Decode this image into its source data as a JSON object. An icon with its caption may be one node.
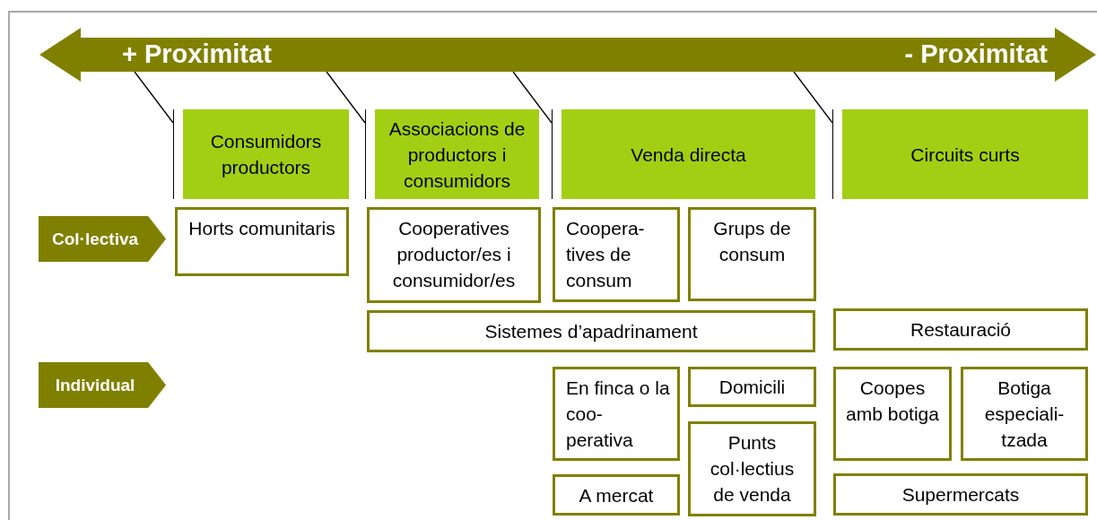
{
  "diagram": {
    "nodes": [
      {
        "text": [
          "+ Proximitat",
          "- Proximitat"
        ]
      },
      {
        "text": [
          "Consumidors productors"
        ]
      },
      {
        "text": [
          "Associacions de productors i consumidors"
        ]
      },
      {
        "text": [
          "Venda directa"
        ]
      },
      {
        "text": [
          "Circuits curts"
        ]
      },
      {
        "text": [
          "Col·lectiva"
        ]
      },
      {
        "text": [
          "Horts comunitaris"
        ]
      },
      {
        "text": [
          "Cooperatives productor/es i consumidor/es"
        ]
      },
      {
        "text": [
          "Coopera- tives de consum"
        ]
      },
      {
        "text": [
          "Grups de consum"
        ]
      },
      {
        "text": [
          "Sistemes d’apadrinament"
        ]
      },
      {
        "text": [
          "Restauració"
        ]
      },
      {
        "text": [
          "Individual"
        ]
      },
      {
        "text": [
          "En finca o la coo- perativa"
        ]
      },
      {
        "text": [
          "Domicili"
        ]
      },
      {
        "text": [
          "Coopes amb botiga"
        ]
      },
      {
        "text": [
          "Botiga especiali- tzada"
        ]
      },
      {
        "text": [
          "Punts col·lectius de venda"
        ]
      },
      {
        "text": [
          "A mercat"
        ]
      },
      {
        "text": [
          "Supermercats"
        ]
      }
    ],
    "edges": [
      {
        "from": 0,
        "to": 1,
        "arrow": "none"
      },
      {
        "from": 0,
        "to": 2,
        "arrow": "none"
      },
      {
        "from": 0,
        "to": 3,
        "arrow": "none"
      },
      {
        "from": 0,
        "to": 4,
        "arrow": "none"
      }
    ]
  }
}
